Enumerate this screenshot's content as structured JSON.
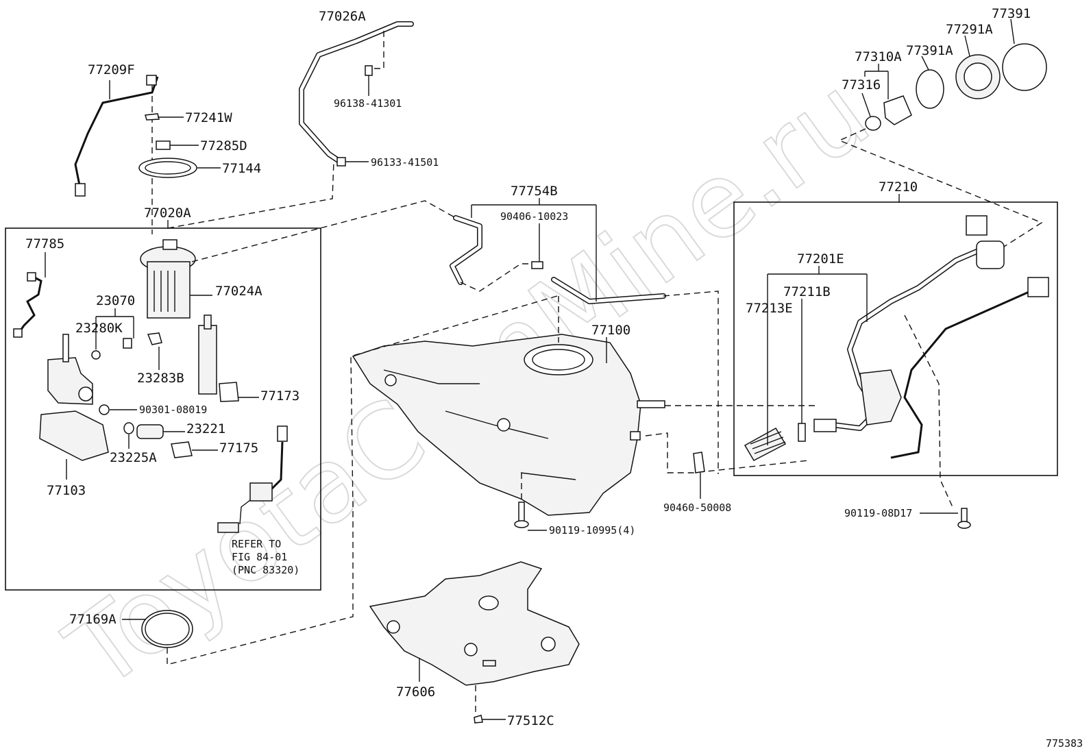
{
  "watermark": "ToyotaCamMine.ru",
  "diagram_id": "775383",
  "labels": {
    "p77209F": "77209F",
    "p77241W": "77241W",
    "p77285D": "77285D",
    "p77144": "77144",
    "p77020A": "77020A",
    "p77026A": "77026A",
    "p96138": "96138-41301",
    "p96133": "96133-41501",
    "p77785": "77785",
    "p77024A": "77024A",
    "p23070": "23070",
    "p23280K": "23280K",
    "p23283B": "23283B",
    "p77173": "77173",
    "p90301": "90301-08019",
    "p23221": "23221",
    "p23225A": "23225A",
    "p77175": "77175",
    "p77103": "77103",
    "refer1": "REFER TO",
    "refer2": "FIG 84-01",
    "refer3": "(PNC 83320)",
    "p77169A": "77169A",
    "p77754B": "77754B",
    "p90406": "90406-10023",
    "p77100": "77100",
    "p90119_10995": "90119-10995(4)",
    "p77606": "77606",
    "p77512C": "77512C",
    "p90460": "90460-50008",
    "p77210": "77210",
    "p77201E": "77201E",
    "p77211B": "77211B",
    "p77213E": "77213E",
    "p90119_08D17": "90119-08D17",
    "p77310A": "77310A",
    "p77316": "77316",
    "p77391A": "77391A",
    "p77291A": "77291A",
    "p77391": "77391"
  }
}
